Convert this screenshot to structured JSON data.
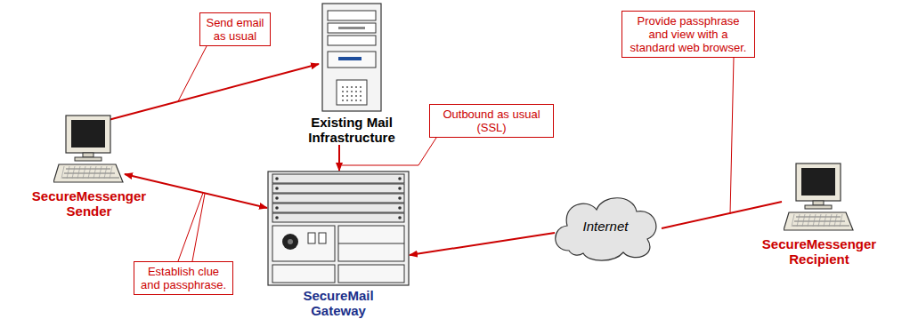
{
  "diagram": {
    "nodes": [
      {
        "text": [
          "Send email as usual"
        ]
      },
      {
        "text": [
          "Existing Mail Infrastructure"
        ]
      },
      {
        "text": [
          "Provide passphrase and view with a standard web browser."
        ]
      },
      {
        "text": [
          "Outbound as usual (SSL)"
        ]
      },
      {
        "text": [
          "SecureMessenger Sender"
        ]
      },
      {
        "text": [
          "SecureMail Gateway"
        ]
      },
      {
        "text": [
          "Internet"
        ]
      },
      {
        "text": [
          "SecureMessenger Recipient"
        ]
      },
      {
        "text": [
          "Establish clue and passphrase."
        ]
      }
    ],
    "edges": [
      {
        "from": 4,
        "to": 1,
        "arrow": "to"
      },
      {
        "from": 1,
        "to": 5,
        "arrow": "to"
      },
      {
        "from": 4,
        "to": 5,
        "arrow": "both"
      },
      {
        "from": 6,
        "to": 5,
        "arrow": "to"
      },
      {
        "from": 6,
        "to": 7,
        "arrow": "none"
      }
    ]
  }
}
